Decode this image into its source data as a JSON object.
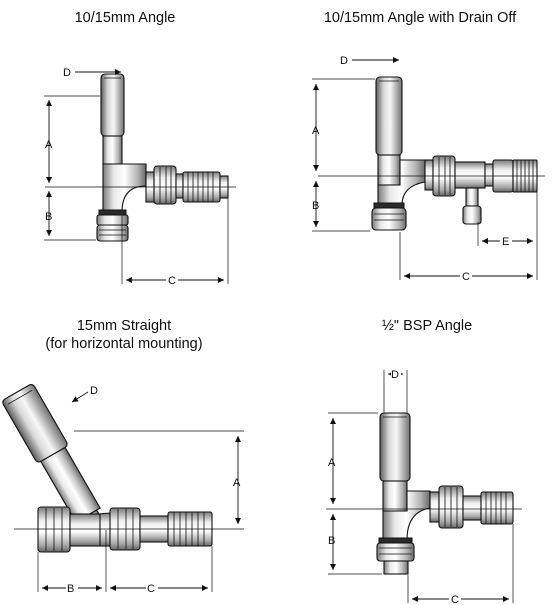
{
  "panels": [
    {
      "title": "10/15mm Angle"
    },
    {
      "title": "10/15mm Angle with Drain Off"
    },
    {
      "title_line1": "15mm Straight",
      "title_line2": "(for horizontal mounting)"
    },
    {
      "title": "½\" BSP Angle"
    }
  ],
  "dimension_labels": {
    "a": "A",
    "b": "B",
    "c": "C",
    "d": "D",
    "e": "E"
  },
  "colors": {
    "outline": "#111111",
    "metal_light": "#f2f2f2",
    "metal_dark": "#8c8c8c",
    "background": "#ffffff"
  }
}
